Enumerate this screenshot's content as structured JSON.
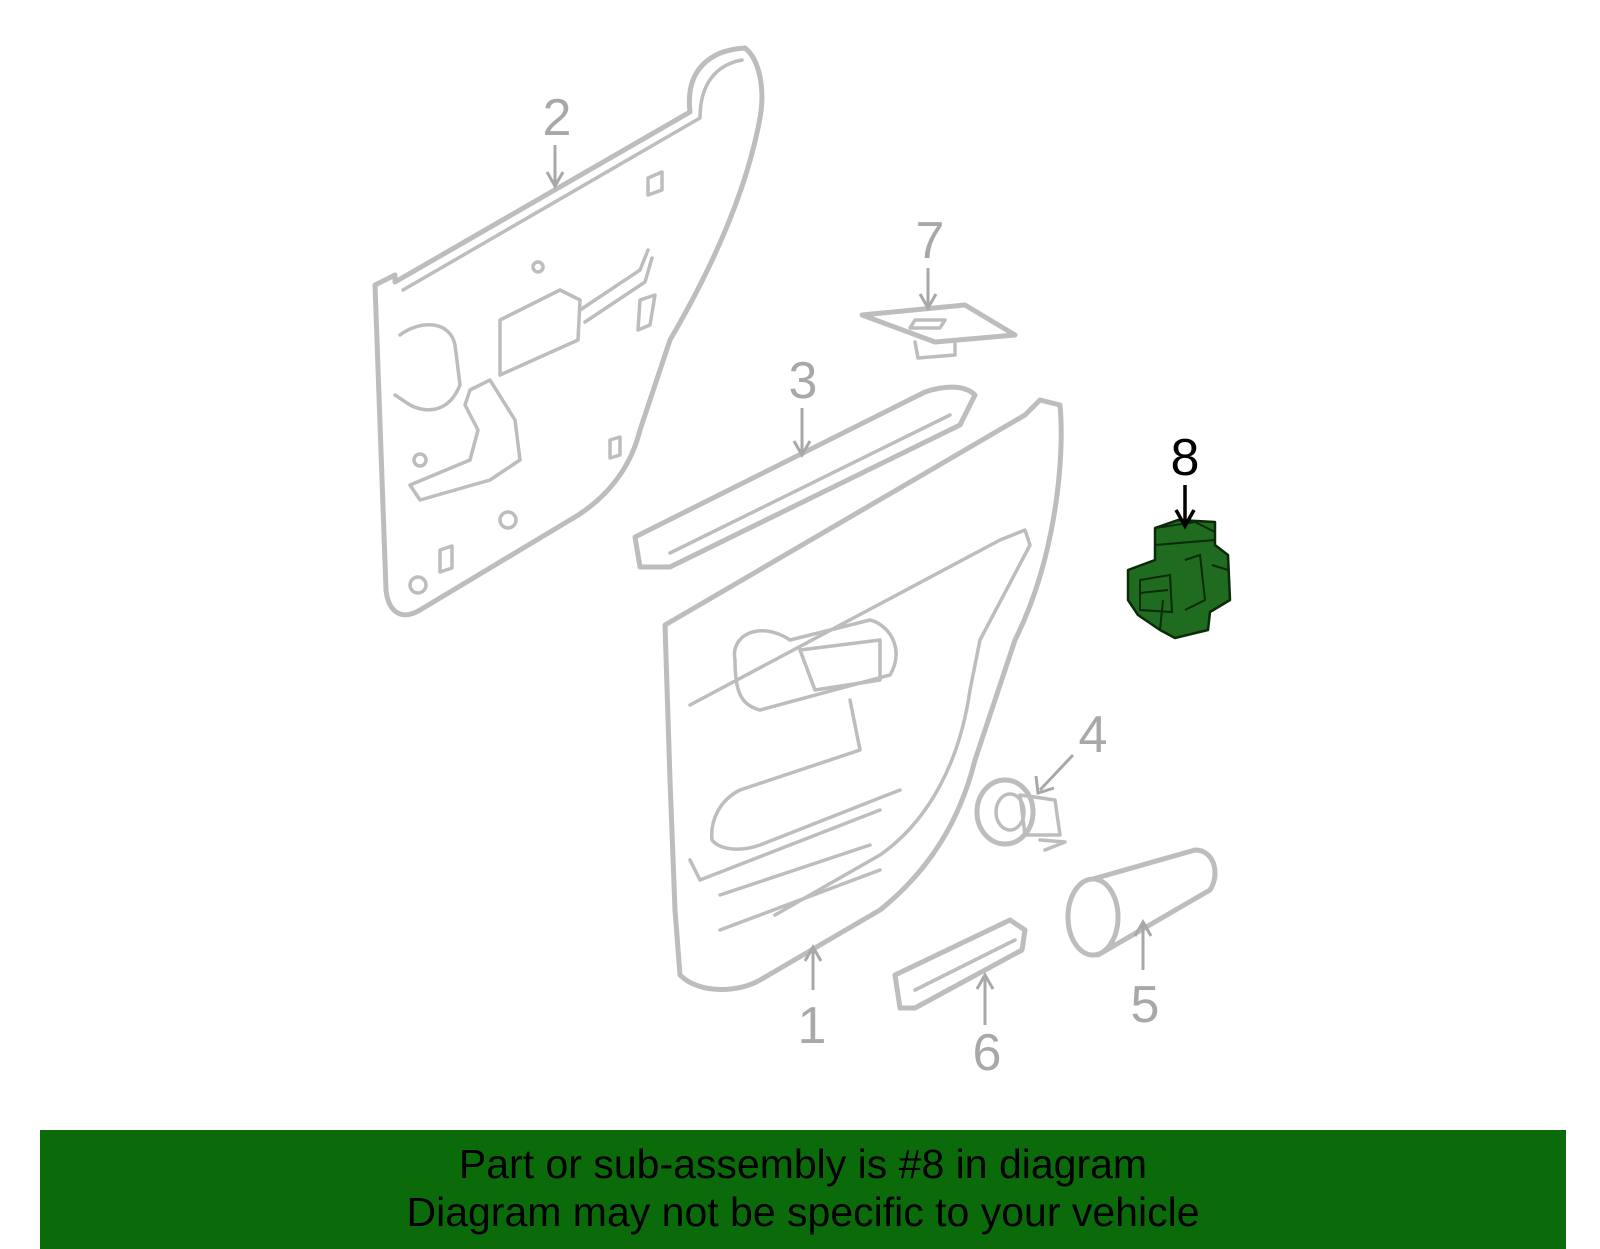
{
  "callouts": {
    "c1": "1",
    "c2": "2",
    "c3": "3",
    "c4": "4",
    "c5": "5",
    "c6": "6",
    "c7": "7",
    "c8": "8"
  },
  "highlighted_part": "8",
  "colors": {
    "part_outline": "#bdbdbd",
    "callout_inactive": "#a8a8a8",
    "highlight_fill": "#1f6b1f",
    "banner_background": "#0b6b0b"
  },
  "banner": {
    "line1": "Part or sub-assembly is #8 in diagram",
    "line2": "Diagram may not be specific to your vehicle"
  }
}
